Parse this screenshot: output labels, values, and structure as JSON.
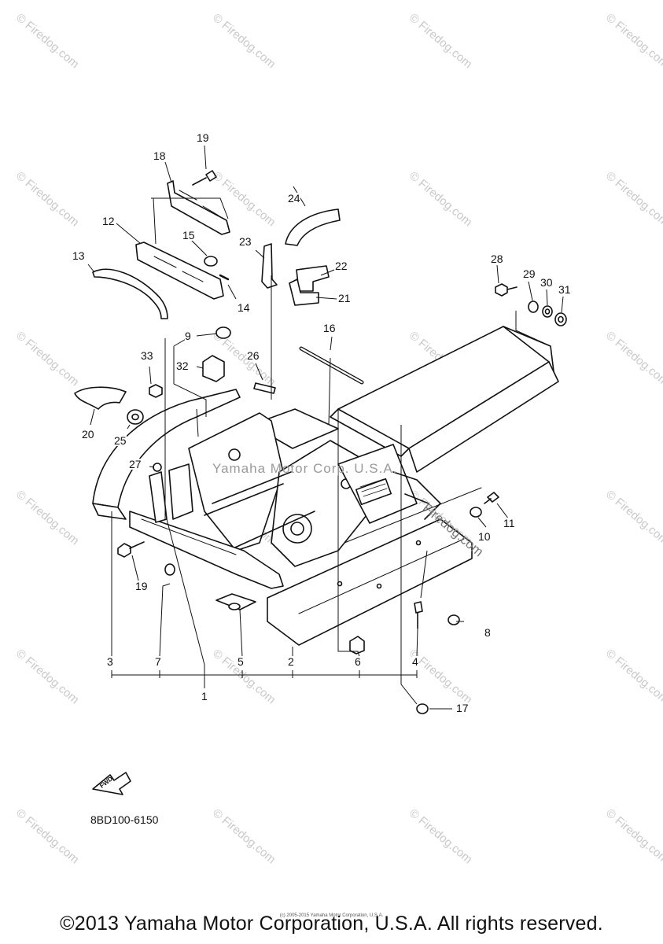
{
  "watermark": "© Firedog.com",
  "center_watermark": "Yamaha Motor Corp. U.S.A.",
  "side_watermark": "Firedog.com",
  "diagram_code": "8BD100-6150",
  "fwd_label": "FWD",
  "copyright": "©2013 Yamaha Motor Corporation, U.S.A. All rights reserved.",
  "tiny_copyright": "(c) 2005-2015 Yamaha Motor Corporation, U.S.A.",
  "callouts": [
    {
      "id": "c1",
      "text": "1"
    },
    {
      "id": "c2",
      "text": "2"
    },
    {
      "id": "c3",
      "text": "3"
    },
    {
      "id": "c4",
      "text": "4"
    },
    {
      "id": "c5",
      "text": "5"
    },
    {
      "id": "c6",
      "text": "6"
    },
    {
      "id": "c7",
      "text": "7"
    },
    {
      "id": "c8",
      "text": "8"
    },
    {
      "id": "c9",
      "text": "9"
    },
    {
      "id": "c10",
      "text": "10"
    },
    {
      "id": "c11",
      "text": "11"
    },
    {
      "id": "c12",
      "text": "12"
    },
    {
      "id": "c13",
      "text": "13"
    },
    {
      "id": "c14",
      "text": "14"
    },
    {
      "id": "c15",
      "text": "15"
    },
    {
      "id": "c16",
      "text": "16"
    },
    {
      "id": "c17",
      "text": "17"
    },
    {
      "id": "c18",
      "text": "18"
    },
    {
      "id": "c19a",
      "text": "19"
    },
    {
      "id": "c19b",
      "text": "19"
    },
    {
      "id": "c20",
      "text": "20"
    },
    {
      "id": "c21",
      "text": "21"
    },
    {
      "id": "c22",
      "text": "22"
    },
    {
      "id": "c23",
      "text": "23"
    },
    {
      "id": "c24",
      "text": "24"
    },
    {
      "id": "c25",
      "text": "25"
    },
    {
      "id": "c26",
      "text": "26"
    },
    {
      "id": "c27",
      "text": "27"
    },
    {
      "id": "c28",
      "text": "28"
    },
    {
      "id": "c29",
      "text": "29"
    },
    {
      "id": "c30",
      "text": "30"
    },
    {
      "id": "c31",
      "text": "31"
    },
    {
      "id": "c32",
      "text": "32"
    },
    {
      "id": "c33",
      "text": "33"
    }
  ]
}
